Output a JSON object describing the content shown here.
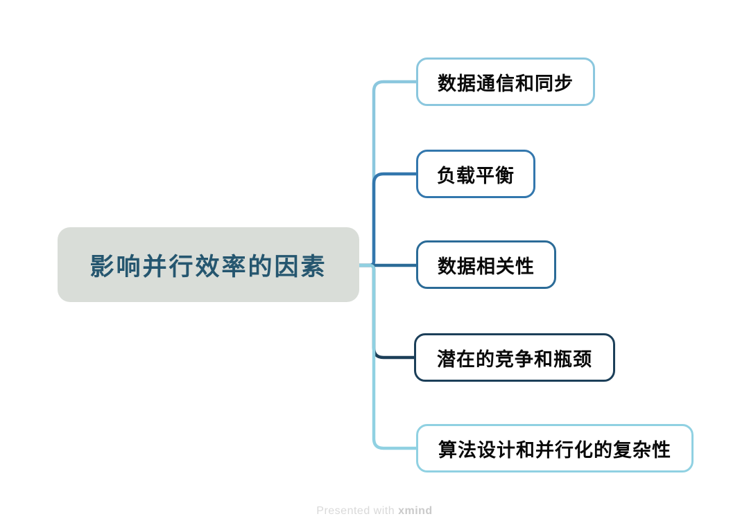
{
  "mindmap": {
    "root": {
      "label": "影响并行效率的因素",
      "bg_color": "#D9DDD8",
      "text_color": "#25566F"
    },
    "branches": [
      {
        "label": "数据通信和同步",
        "color": "#8BC7DE"
      },
      {
        "label": "负载平衡",
        "color": "#3377AD"
      },
      {
        "label": "数据相关性",
        "color": "#2B6B97"
      },
      {
        "label": "潜在的竞争和瓶颈",
        "color": "#1C3F59"
      },
      {
        "label": "算法设计和并行化的复杂性",
        "color": "#90D1E2"
      }
    ]
  },
  "watermark": {
    "prefix": "Presented with",
    "brand": "xmind"
  }
}
